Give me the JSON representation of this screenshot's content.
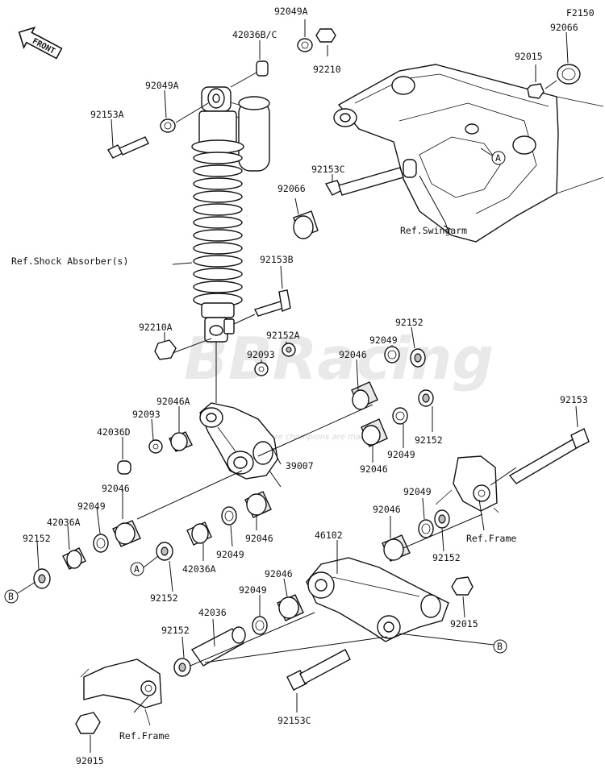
{
  "figure_code": "F2150",
  "front_arrow_label": "FRONT",
  "watermark": {
    "brand_top": "BBRacing",
    "tagline": "Where champions are made"
  },
  "callouts": {
    "a": "A",
    "b": "B"
  },
  "refs": {
    "shock": "Ref.Shock Absorber(s)",
    "swingarm": "Ref.Swingarm",
    "frame_right": "Ref.Frame",
    "frame_bottom": "Ref.Frame"
  },
  "parts": {
    "p92049A_top": "92049A",
    "p42036BC": "42036B/C",
    "p92210": "92210",
    "p92049A_left": "92049A",
    "p92153A": "92153A",
    "p92066_top": "92066",
    "p92015_top": "92015",
    "p92153C_top": "92153C",
    "p92066_mid": "92066",
    "p92153B": "92153B",
    "p92210A": "92210A",
    "p92152A": "92152A",
    "p92093_top": "92093",
    "p92046_a": "92046",
    "p92049_a": "92049",
    "p92152_a": "92152",
    "p92046A": "92046A",
    "p92093_left": "92093",
    "p42036D": "42036D",
    "p92152_b": "92152",
    "p92049_b": "92049",
    "p92046_b": "92046",
    "p39007": "39007",
    "p92153": "92153",
    "p92046_c": "92046",
    "p92049_c": "92049",
    "p42036A_left": "42036A",
    "p92152_left": "92152",
    "p92046_d": "92046",
    "p92049_d": "92049",
    "p42036A_mid": "42036A",
    "p92152_mid": "92152",
    "p92049_e": "92049",
    "p92046_e": "92046",
    "p92152_right": "92152",
    "p46102": "46102",
    "p92046_f": "92046",
    "p92049_f": "92049",
    "p92015_right": "92015",
    "p42036": "42036",
    "p92152_low": "92152",
    "p92153C_bottom": "92153C",
    "p92015_bottom": "92015"
  }
}
